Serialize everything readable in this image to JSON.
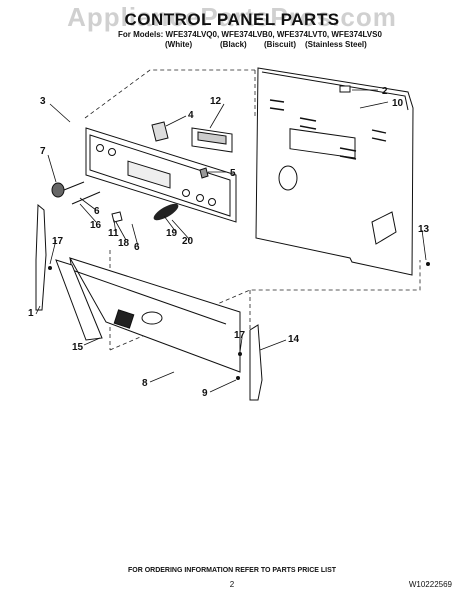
{
  "header": {
    "title": "CONTROL PANEL PARTS",
    "models": "For Models: WFE374LVQ0, WFE374LVB0, WFE374LVT0, WFE374LVS0",
    "colors": [
      "(White)",
      "(Black)",
      "(Biscuit)",
      "(Stainless Steel)"
    ]
  },
  "watermark": "AppliancePartsPros.com",
  "callouts": [
    "1",
    "2",
    "3",
    "4",
    "5",
    "6",
    "7",
    "8",
    "9",
    "10",
    "11",
    "12",
    "13",
    "14",
    "15",
    "16",
    "17",
    "18",
    "19",
    "20"
  ],
  "footer": {
    "ordering_note": "FOR ORDERING INFORMATION REFER TO PARTS PRICE LIST",
    "page": "2",
    "doc_id": "W10222569"
  }
}
